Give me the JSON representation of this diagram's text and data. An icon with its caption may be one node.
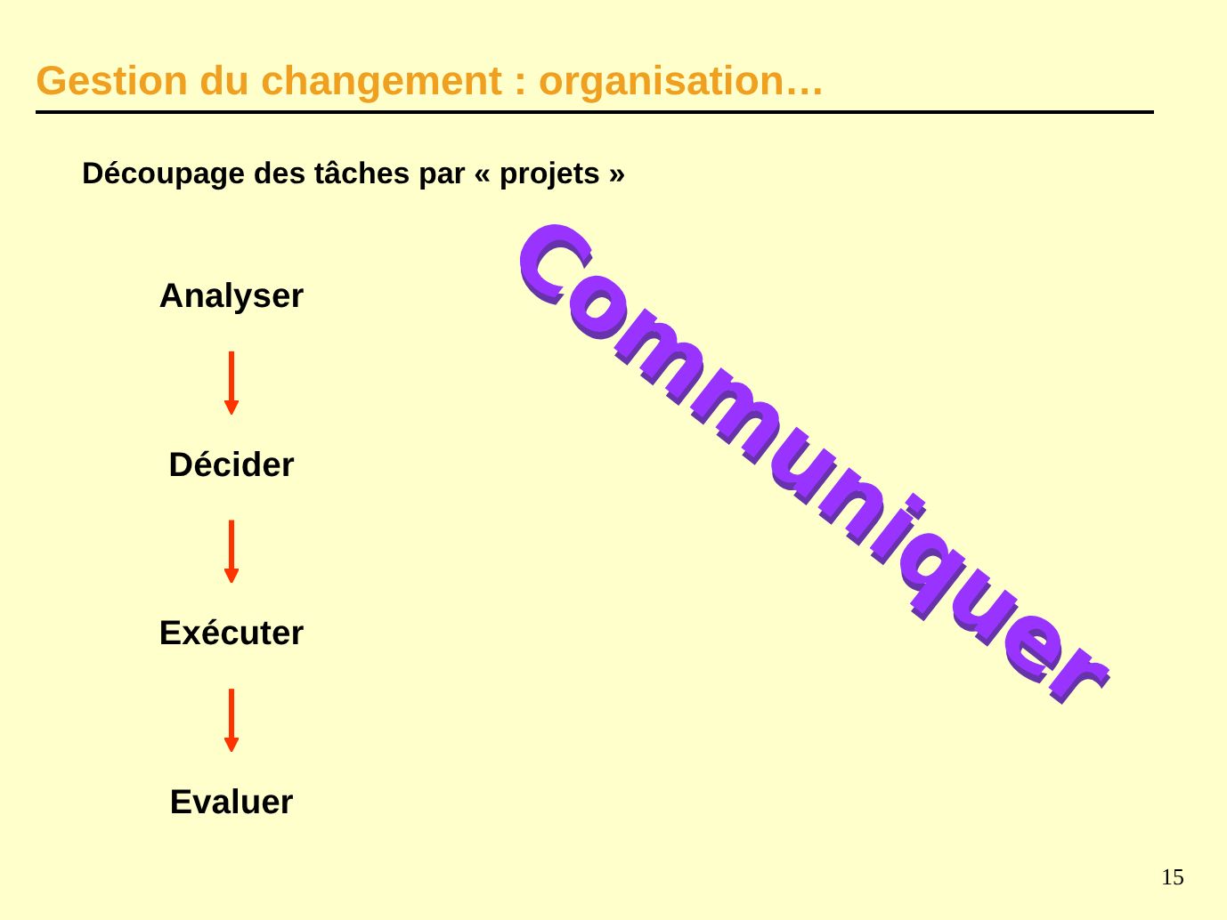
{
  "diagram": {
    "title": "Gestion du changement : organisation…",
    "nodes": [
      {
        "text": [
          "Analyser"
        ]
      },
      {
        "text": [
          "Décider"
        ]
      },
      {
        "text": [
          "Exécuter"
        ]
      },
      {
        "text": [
          "Evaluer"
        ]
      }
    ],
    "edges": [
      {
        "from": 0,
        "to": 1,
        "arrow": "to"
      },
      {
        "from": 1,
        "to": 2,
        "arrow": "to"
      },
      {
        "from": 2,
        "to": 3,
        "arrow": "to"
      }
    ],
    "labels": [
      "Découpage des tâches par « projets »",
      "Communiquer",
      "15"
    ]
  }
}
